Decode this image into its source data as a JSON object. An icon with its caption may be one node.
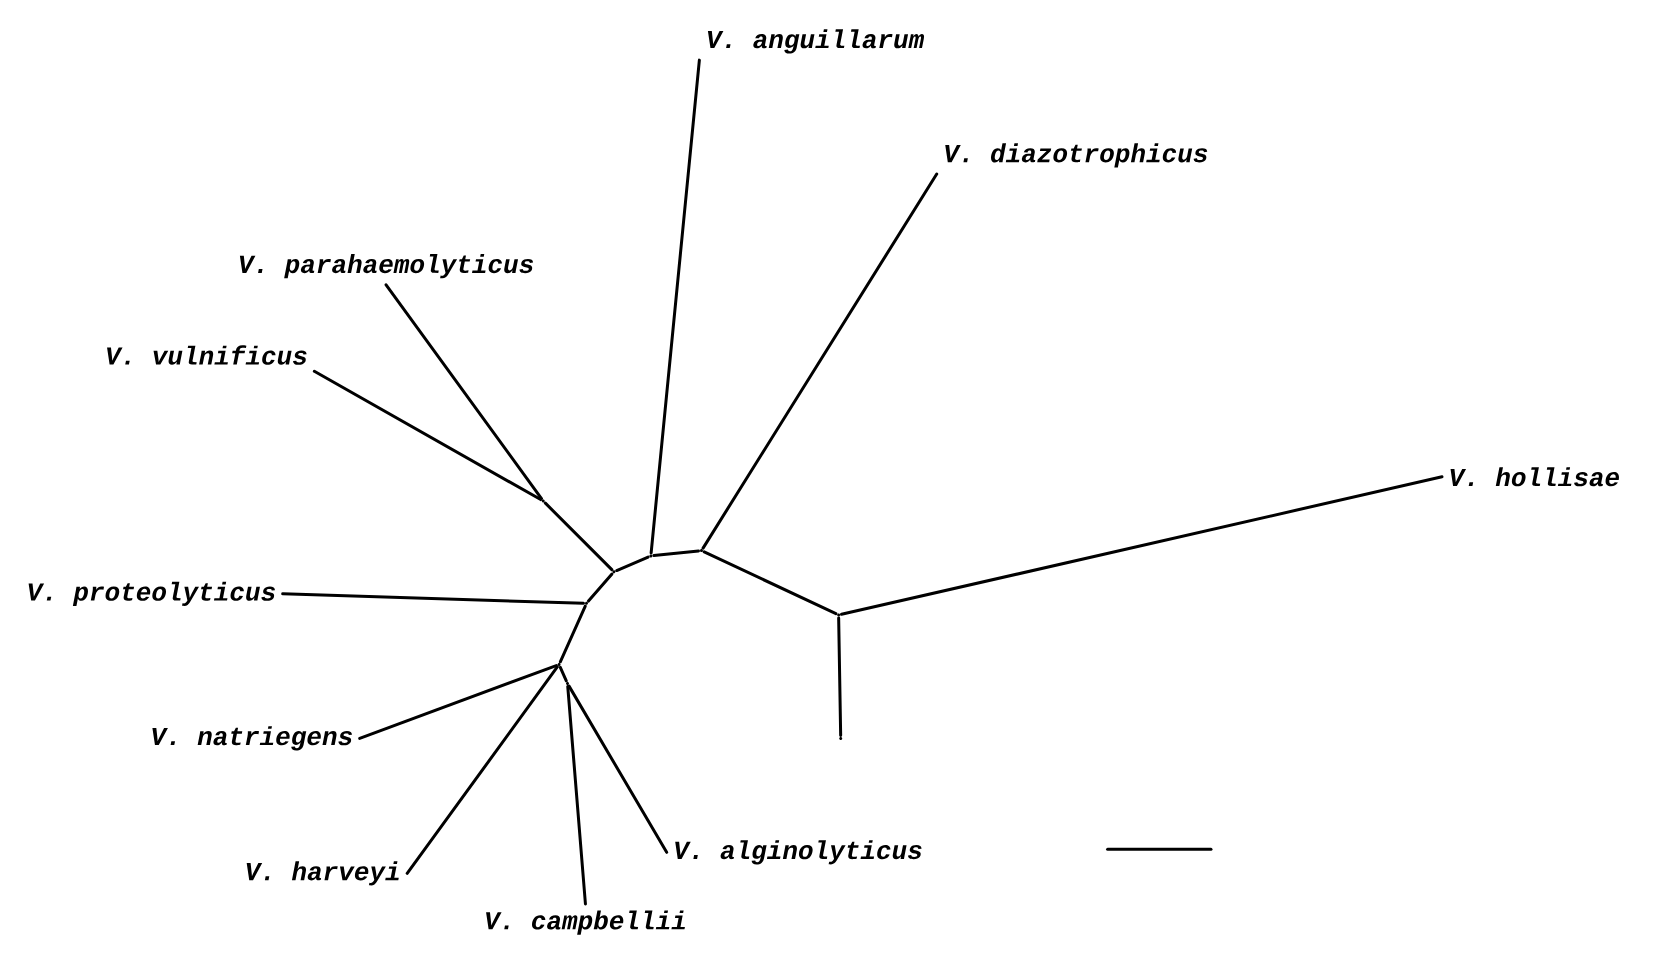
{
  "diagram": {
    "nodes": [
      {
        "text": [
          "V. anguillarum"
        ]
      },
      {
        "text": [
          "V. diazotrophicus"
        ]
      },
      {
        "text": [
          "V. parahaemolyticus"
        ]
      },
      {
        "text": [
          "V. vulnificus"
        ]
      },
      {
        "text": [
          "V. hollisae"
        ]
      },
      {
        "text": [
          "V. proteolyticus"
        ]
      },
      {
        "text": [
          "V. natriegens"
        ]
      },
      {
        "text": [
          "V. alginolyticus"
        ]
      },
      {
        "text": [
          "V. harveyi"
        ]
      },
      {
        "text": [
          "V. campbellii"
        ]
      },
      {
        "text": [],
        "shape": "point"
      },
      {
        "text": [],
        "shape": "point"
      },
      {
        "text": [],
        "shape": "point"
      },
      {
        "text": [],
        "shape": "point"
      },
      {
        "text": [],
        "shape": "point"
      },
      {
        "text": [],
        "shape": "point"
      },
      {
        "text": [],
        "shape": "point"
      },
      {
        "text": [],
        "shape": "point"
      },
      {
        "text": [],
        "shape": "point"
      }
    ],
    "edges": [
      {
        "from": 10,
        "to": 3,
        "arrow": "none"
      },
      {
        "from": 10,
        "to": 2,
        "arrow": "none"
      },
      {
        "from": 14,
        "to": 10,
        "arrow": "none"
      },
      {
        "from": 14,
        "to": 15,
        "arrow": "none"
      },
      {
        "from": 15,
        "to": 0,
        "arrow": "none"
      },
      {
        "from": 15,
        "to": 16,
        "arrow": "none"
      },
      {
        "from": 16,
        "to": 1,
        "arrow": "none"
      },
      {
        "from": 16,
        "to": 17,
        "arrow": "none"
      },
      {
        "from": 17,
        "to": 4,
        "arrow": "none"
      },
      {
        "from": 17,
        "to": 18,
        "arrow": "none"
      },
      {
        "from": 14,
        "to": 13,
        "arrow": "none"
      },
      {
        "from": 13,
        "to": 5,
        "arrow": "none"
      },
      {
        "from": 13,
        "to": 11,
        "arrow": "none"
      },
      {
        "from": 11,
        "to": 6,
        "arrow": "none"
      },
      {
        "from": 11,
        "to": 8,
        "arrow": "none"
      },
      {
        "from": 11,
        "to": 12,
        "arrow": "none"
      },
      {
        "from": 12,
        "to": 9,
        "arrow": "none"
      },
      {
        "from": 12,
        "to": 7,
        "arrow": "none"
      }
    ]
  }
}
